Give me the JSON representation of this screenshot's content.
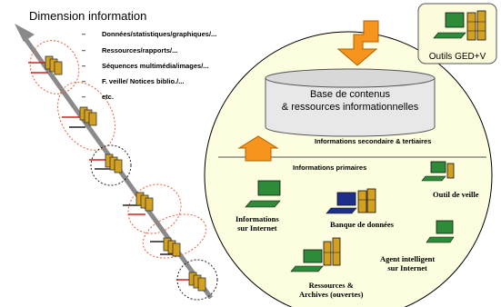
{
  "title": "Dimension information",
  "sources": [
    "Données/statistiques/graphiques/...",
    "Ressources/rapports/...",
    "Séquences multimédia/images/...",
    "F. veille/ Notices biblio./...",
    "etc."
  ],
  "database": {
    "line1": "Base de contenus",
    "line2": "& ressources informationnelles"
  },
  "tools_box": "Outils GED+V",
  "secondary_label": "Informations secondaire & tertiaires",
  "primary_label": "Informations primaires",
  "resources": {
    "internet": [
      "Informations",
      "sur Internet"
    ],
    "databank": [
      "Banque de données"
    ],
    "watch_tool": [
      "Outil de veille"
    ],
    "agent": [
      "Agent intelligent",
      "sur Internet"
    ],
    "archives": [
      "Ressources &",
      "Archives (ouvertes)"
    ]
  },
  "colors": {
    "circle_fill": "#fdfde0",
    "tools_fill": "#fcfcdc",
    "orange": "#f7941d",
    "green": "#2e8b3a",
    "navy": "#1f2f8c",
    "gold": "#d4a020",
    "gray_arrow": "#8a8a8a"
  }
}
